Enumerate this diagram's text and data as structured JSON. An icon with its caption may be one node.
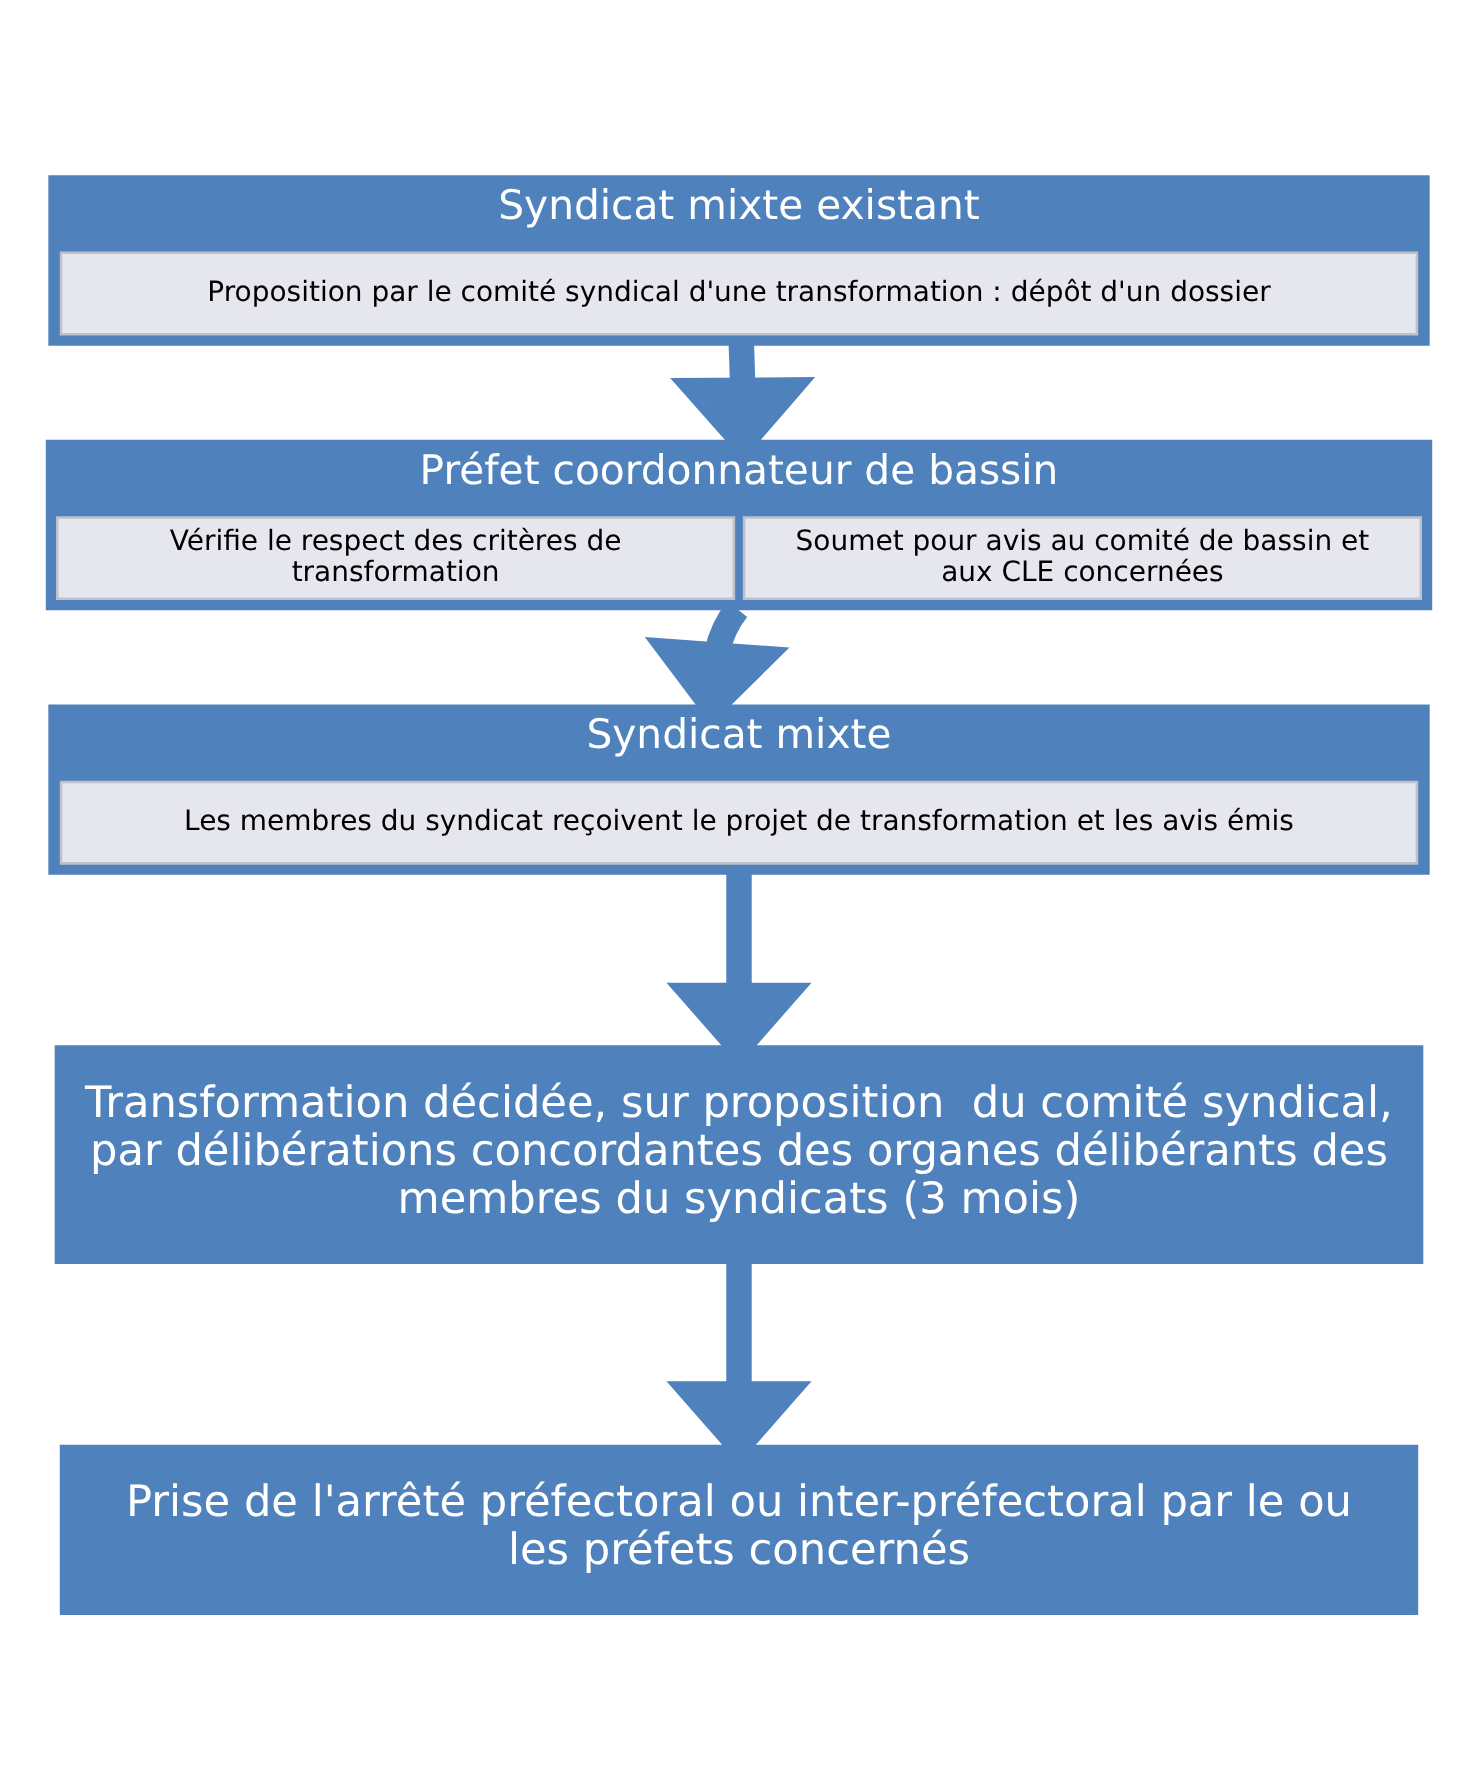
{
  "diagram": {
    "nodes": [
      {
        "text": [
          "Syndicat mixte existant"
        ]
      },
      {
        "text": [
          "Proposition par le comité syndical d'une transformation : dépôt d'un dossier"
        ],
        "in": 0
      },
      {
        "text": [
          "Préfet coordonnateur de bassin"
        ]
      },
      {
        "text": [
          "Vérifie le respect des critères de transformation"
        ],
        "in": 2
      },
      {
        "text": [
          "Soumet pour avis au comité de bassin et aux CLE concernées"
        ],
        "in": 2
      },
      {
        "text": [
          "Syndicat mixte"
        ]
      },
      {
        "text": [
          "Les membres du syndicat reçoivent le projet de transformation et les avis émis"
        ],
        "in": 5
      },
      {
        "text": [
          "Transformation décidée, sur proposition  du comité syndical, par délibérations concordantes des organes délibérants des membres du syndicats (3 mois)"
        ]
      },
      {
        "text": [
          "Prise de l'arrêté préfectoral ou inter-préfectoral par le ou les préfets concernés"
        ]
      }
    ],
    "edges": [
      {
        "from": 0,
        "to": 2,
        "arrow": "to"
      },
      {
        "from": 2,
        "to": 5,
        "arrow": "to"
      },
      {
        "from": 5,
        "to": 7,
        "arrow": "to"
      },
      {
        "from": 7,
        "to": 8,
        "arrow": "to"
      }
    ]
  }
}
